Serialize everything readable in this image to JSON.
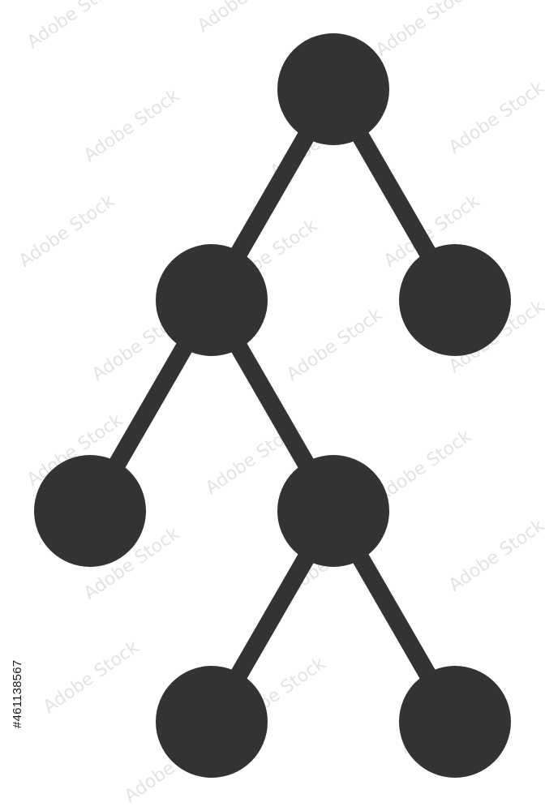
{
  "diagram": {
    "type": "tree",
    "node_color": "#333333",
    "edge_color": "#333333",
    "background": "#ffffff",
    "nodes": [
      "root",
      "left",
      "right",
      "left-left",
      "left-right",
      "left-right-left",
      "left-right-right"
    ],
    "edges": [
      [
        "root",
        "left"
      ],
      [
        "root",
        "right"
      ],
      [
        "left",
        "left-left"
      ],
      [
        "left",
        "left-right"
      ],
      [
        "left-right",
        "left-right-left"
      ],
      [
        "left-right",
        "left-right-right"
      ]
    ]
  },
  "watermark": {
    "text": "Adobe Stock",
    "id_label": "#461138567"
  }
}
